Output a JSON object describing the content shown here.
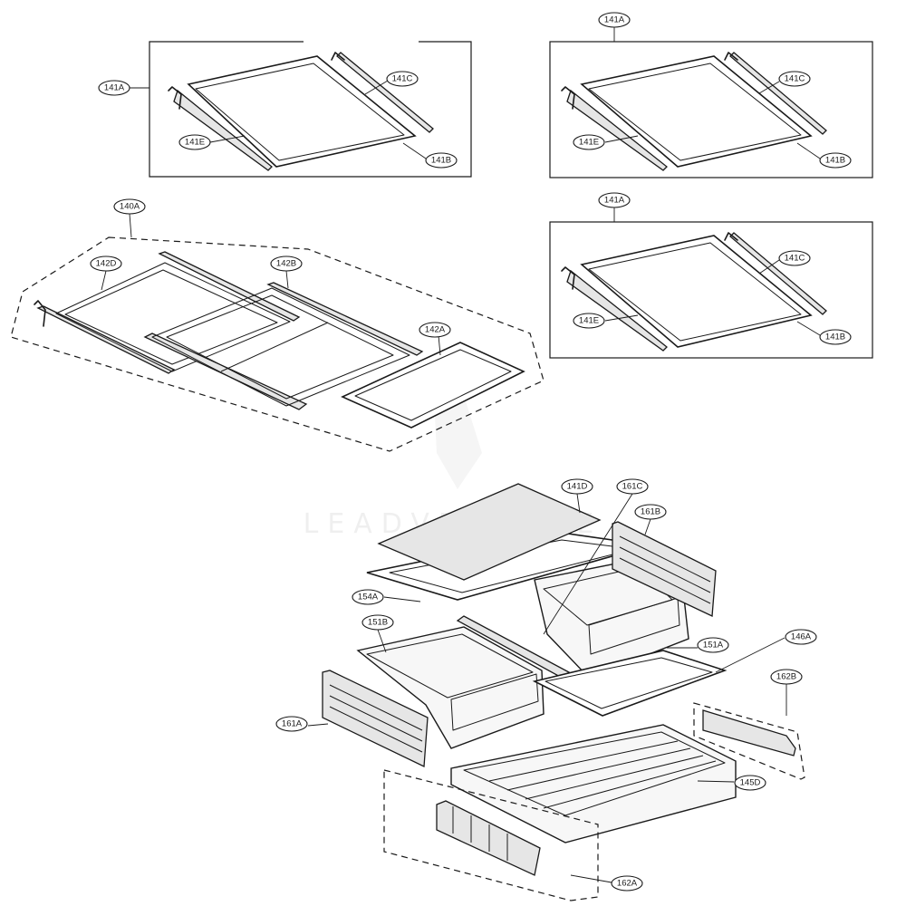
{
  "watermark": {
    "text": "LEADVENTURE"
  },
  "labels": [
    {
      "key": "l141A_1",
      "text": "141A"
    },
    {
      "key": "l141C_1",
      "text": "141C"
    },
    {
      "key": "l141E_1",
      "text": "141E"
    },
    {
      "key": "l141B_1",
      "text": "141B"
    },
    {
      "key": "l141A_2",
      "text": "141A"
    },
    {
      "key": "l141C_2",
      "text": "141C"
    },
    {
      "key": "l141E_2",
      "text": "141E"
    },
    {
      "key": "l141B_2",
      "text": "141B"
    },
    {
      "key": "l141A_3",
      "text": "141A"
    },
    {
      "key": "l141C_3",
      "text": "141C"
    },
    {
      "key": "l141E_3",
      "text": "141E"
    },
    {
      "key": "l141B_3",
      "text": "141B"
    },
    {
      "key": "l140A",
      "text": "140A"
    },
    {
      "key": "l142D",
      "text": "142D"
    },
    {
      "key": "l142B",
      "text": "142B"
    },
    {
      "key": "l142A",
      "text": "142A"
    },
    {
      "key": "l141D",
      "text": "141D"
    },
    {
      "key": "l161C",
      "text": "161C"
    },
    {
      "key": "l161B",
      "text": "161B"
    },
    {
      "key": "l154A",
      "text": "154A"
    },
    {
      "key": "l151B",
      "text": "151B"
    },
    {
      "key": "l151A",
      "text": "151A"
    },
    {
      "key": "l146A",
      "text": "146A"
    },
    {
      "key": "l162B",
      "text": "162B"
    },
    {
      "key": "l161A",
      "text": "161A"
    },
    {
      "key": "l145D",
      "text": "145D"
    },
    {
      "key": "l162A",
      "text": "162A"
    }
  ]
}
